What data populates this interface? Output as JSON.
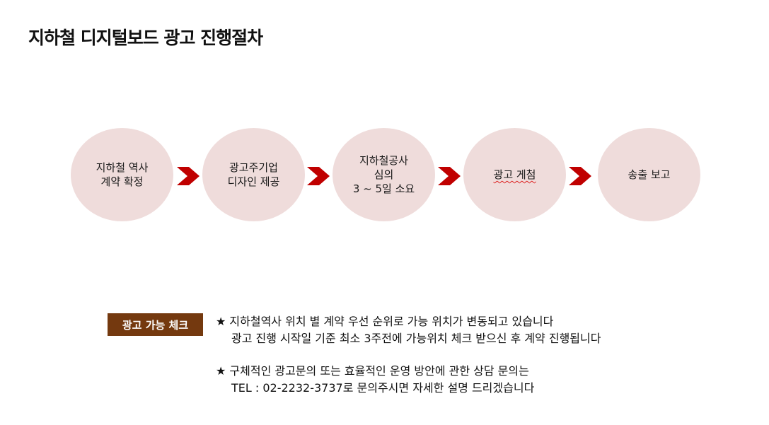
{
  "page": {
    "title": "지하철 디지털보드 광고 진행절차"
  },
  "steps": [
    {
      "lines": [
        "지하철 역사",
        "계약 확정"
      ]
    },
    {
      "lines": [
        "광고주기업",
        "디자인 제공"
      ]
    },
    {
      "lines": [
        "지하철공사",
        "심의",
        "3 ~ 5일 소요"
      ]
    },
    {
      "lines": [
        "광고 게첨"
      ]
    },
    {
      "lines": [
        "송출 보고"
      ]
    }
  ],
  "check": {
    "badge": "광고 가능 체크",
    "note1": [
      "★ 지하철역사 위치 별 계약 우선 순위로 가능 위치가 변동되고 있습니다",
      "광고 진행 시작일 기준 최소 3주전에 가능위치 체크 받으신 후 계약 진행됩니다"
    ],
    "note2": [
      "★ 구체적인 광고문의 또는 효율적인 운영 방안에 관한 상담 문의는",
      "TEL : 02-2232-3737로 문의주시면 자세한 설명 드리겠습니다"
    ]
  },
  "colors": {
    "circle": "#efdcdb",
    "arrow": "#c00000",
    "badge": "#74390f"
  },
  "icons": {
    "arrow": "chevron-right-arrow-icon"
  }
}
